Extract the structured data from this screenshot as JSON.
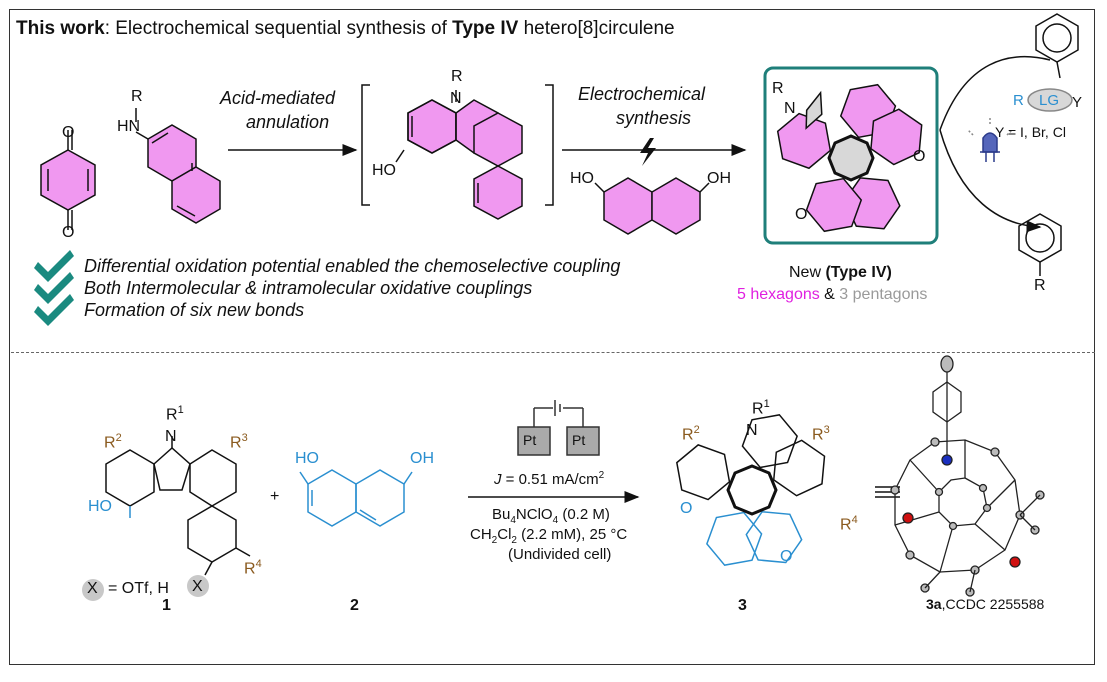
{
  "title": {
    "lead": "This work",
    "text_a": ": Electrochemical sequential synthesis of ",
    "type": "Type IV",
    "text_b": " hetero[8]circulene"
  },
  "top": {
    "quinone_O": "O",
    "amine": {
      "R": "R",
      "HN": "HN"
    },
    "arrow1": {
      "line1": "Acid-mediated",
      "line2": "annulation"
    },
    "carbazole": {
      "R": "R",
      "N": "N",
      "HO": "HO"
    },
    "arrow2": {
      "line1": "Electrochemical",
      "line2": "synthesis"
    },
    "naphthalenediol": {
      "HO": "HO",
      "OH": "OH"
    },
    "circulene": {
      "R": "R",
      "N": "N",
      "O1": "O",
      "O2": "O"
    },
    "new_label": {
      "pre": "New ",
      "type": "(Type IV)"
    },
    "rings": {
      "hex": "5 hexagons",
      "amp": " & ",
      "pent": "3 pentagons"
    },
    "reagent": {
      "R": "R",
      "LG": "LG",
      "Y": "Y",
      "Y_def": "Y = I, Br, Cl"
    },
    "product_R": "R",
    "bullets": [
      "Differential oxidation potential enabled the chemoselective coupling",
      "Both Intermolecular & intramolecular oxidative couplings",
      "Formation of six new bonds"
    ]
  },
  "bottom": {
    "cmp1": {
      "R1": "R",
      "R1sup": "1",
      "R2": "R",
      "R2sup": "2",
      "R3": "R",
      "R3sup": "3",
      "R4": "R",
      "R4sup": "4",
      "N": "N",
      "HO": "HO",
      "X": "X",
      "X_eq": "= OTf, H",
      "label": "1"
    },
    "plus": "+",
    "cmp2": {
      "HO": "HO",
      "OH": "OH",
      "label": "2"
    },
    "electrodes": [
      "Pt",
      "Pt"
    ],
    "conditions": {
      "J": "J",
      "current": " = 0.51 mA/cm",
      "current_sup": "2",
      "electrolyte": "Bu",
      "electrolyte_sub": "4",
      "electrolyte2": "NClO",
      "electrolyte_sub2": "4",
      "electrolyte3": " (0.2 M)",
      "solvent": "CH",
      "solvent_sub": "2",
      "solvent2": "Cl",
      "solvent_sub2": "2",
      "solvent3": " (2.2 mM), 25 °C",
      "cell": "(Undivided cell)"
    },
    "cmp3": {
      "R1": "R",
      "R1sup": "1",
      "R2": "R",
      "R2sup": "2",
      "R3": "R",
      "R3sup": "3",
      "R4": "R",
      "R4sup": "4",
      "N": "N",
      "O1": "O",
      "O2": "O",
      "label": "3"
    },
    "equiv": "≡",
    "crystal": {
      "id": "3a",
      "ccdc": ",CCDC 2255588"
    }
  },
  "colors": {
    "pink": "#f098f0",
    "teal": "#1f7f7a",
    "blue": "#2a8fd0",
    "brown": "#8a5a1e",
    "gray": "#9a9a9a",
    "check": "#1a8a80"
  }
}
